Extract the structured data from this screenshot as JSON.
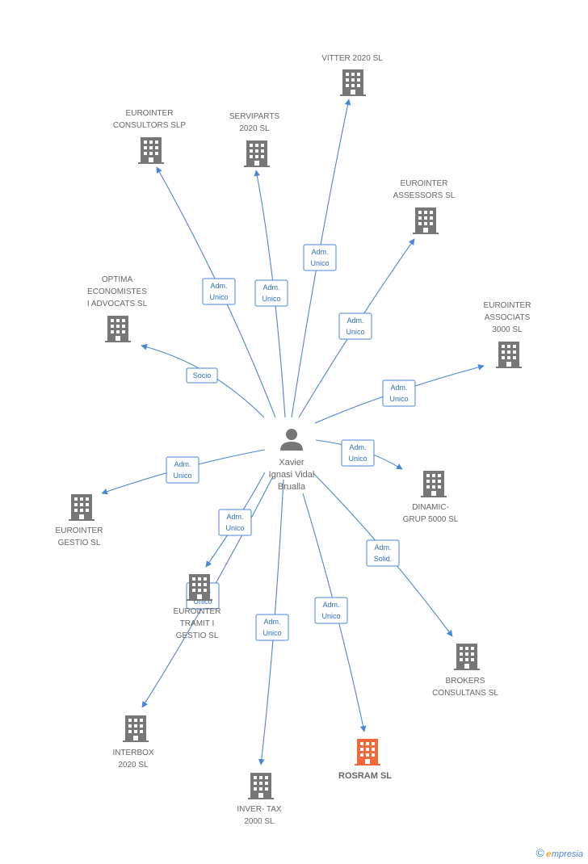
{
  "center": {
    "lines": [
      "Xavier",
      "Ignasi Vidal",
      "Brualla"
    ]
  },
  "colors": {
    "edge": "#4a86d8",
    "building": "#777777",
    "highlight": "#f26a3c",
    "text": "#666666"
  },
  "nodes": [
    {
      "id": "vitter",
      "lines": [
        "VITTER 2020 SL"
      ]
    },
    {
      "id": "eurointer-consultors",
      "lines": [
        "EUROINTER",
        "CONSULTORS SLP"
      ]
    },
    {
      "id": "serviparts",
      "lines": [
        "SERVIPARTS",
        "2020 SL"
      ]
    },
    {
      "id": "eurointer-assessors",
      "lines": [
        "EUROINTER",
        "ASSESSORS SL"
      ]
    },
    {
      "id": "optima",
      "lines": [
        "OPTIMA",
        "ECONOMISTES",
        "I ADVOCATS SL"
      ]
    },
    {
      "id": "eurointer-associats",
      "lines": [
        "EUROINTER",
        "ASSOCIATS",
        "3000 SL"
      ]
    },
    {
      "id": "dinamic",
      "lines": [
        "DINAMIC-",
        "GRUP 5000  SL"
      ]
    },
    {
      "id": "eurointer-gestio",
      "lines": [
        "EUROINTER",
        "GESTIO SL"
      ]
    },
    {
      "id": "eurointer-tramit",
      "lines": [
        "EUROINTER",
        "TRAMIT I",
        "GESTIO SL"
      ]
    },
    {
      "id": "brokers",
      "lines": [
        "BROKERS",
        "CONSULTANS SL"
      ]
    },
    {
      "id": "interbox",
      "lines": [
        "INTERBOX",
        "2020 SL"
      ]
    },
    {
      "id": "inver-tax",
      "lines": [
        "INVER- TAX",
        "2000 SL"
      ]
    },
    {
      "id": "rosram",
      "lines": [
        "ROSRAM SL"
      ],
      "highlight": true
    }
  ],
  "edges": [
    {
      "to": "vitter",
      "label": [
        "Adm.",
        "Unico"
      ]
    },
    {
      "to": "eurointer-consultors",
      "label": [
        "Adm.",
        "Unico"
      ]
    },
    {
      "to": "serviparts",
      "label": [
        "Adm.",
        "Unico"
      ]
    },
    {
      "to": "eurointer-assessors",
      "label": [
        "Adm.",
        "Unico"
      ]
    },
    {
      "to": "optima",
      "label": [
        "Socio"
      ]
    },
    {
      "to": "eurointer-associats",
      "label": [
        "Adm.",
        "Unico"
      ]
    },
    {
      "to": "dinamic",
      "label": [
        "Adm.",
        "Unico"
      ]
    },
    {
      "to": "eurointer-gestio",
      "label": [
        "Adm.",
        "Unico"
      ]
    },
    {
      "to": "eurointer-tramit",
      "label": [
        "Adm.",
        "Unico"
      ]
    },
    {
      "to": "brokers",
      "label": [
        "Adm.",
        "Solid."
      ]
    },
    {
      "to": "interbox",
      "label": [
        "Adm.",
        "Unico"
      ]
    },
    {
      "to": "inver-tax",
      "label": [
        "Adm.",
        "Unico"
      ]
    },
    {
      "to": "rosram",
      "label": [
        "Adm.",
        "Unico"
      ]
    }
  ],
  "footer": {
    "copyright": "©",
    "brand_first": "ℯ",
    "brand_rest": "mpresia"
  }
}
